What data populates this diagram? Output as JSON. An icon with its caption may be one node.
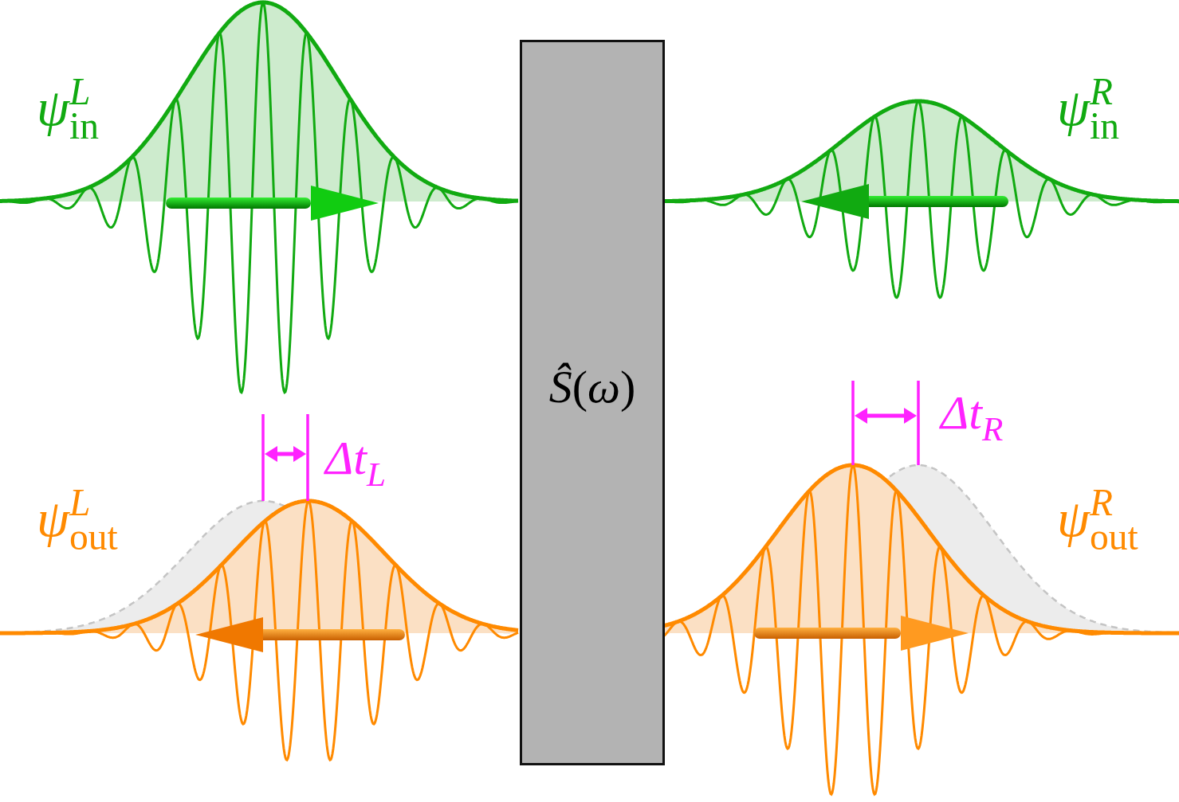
{
  "diagram": {
    "nodes": [
      {
        "text": [
          "*Ŝ*(*ω*)"
        ]
      }
    ],
    "labels": [
      "*ψ*$^{L}$$_{in}$",
      "*ψ*$^{R}$$_{in}$",
      "*Δt*$_{L}$",
      "*Δt*$_{R}$",
      "*ψ*$^{L}$$_{out}$",
      "*ψ*$^{R}$$_{out}$"
    ]
  }
}
